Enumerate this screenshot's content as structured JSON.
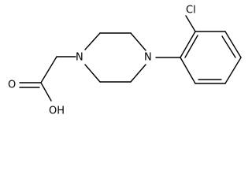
{
  "molecule": {
    "atoms": {
      "chlorine": "Cl",
      "nitrogen_left": "N",
      "nitrogen_right": "N",
      "oxygen_carbonyl": "O",
      "hydroxyl": "OH"
    }
  },
  "colors": {
    "bond": "#000000",
    "background": "#ffffff"
  }
}
